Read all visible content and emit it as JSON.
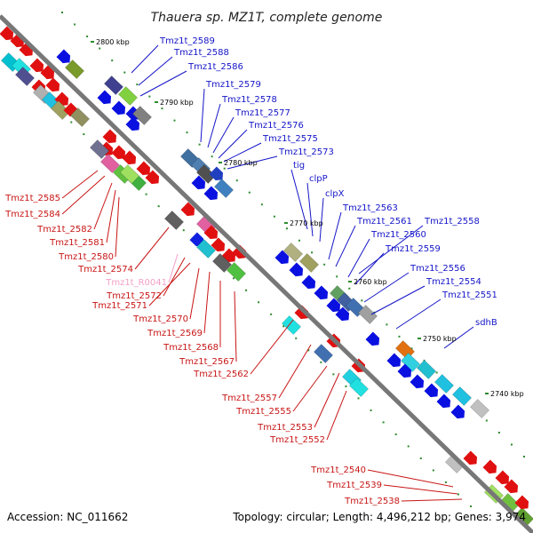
{
  "title": "Thauera sp. MZ1T, complete genome",
  "accession": "Accession: NC_011662",
  "summary": "Topology: circular; Length: 4,496,212 bp; Genes: 3,974",
  "colors": {
    "backbone": "#888888",
    "plus_label": "#1515c8",
    "minus_label": "#c81515",
    "rna_label": "#f0a0c8",
    "tick": "#2e8b2e"
  },
  "kbp_labels": [
    "2800 kbp",
    "2790 kbp",
    "2780 kbp",
    "2770 kbp",
    "2760 kbp",
    "2750 kbp",
    "2740 kbp"
  ],
  "plus_labels": [
    "Tmz1t_2589",
    "Tmz1t_2588",
    "Tmz1t_2586",
    "Tmz1t_2579",
    "Tmz1t_2578",
    "Tmz1t_2577",
    "Tmz1t_2576",
    "Tmz1t_2575",
    "Tmz1t_2573",
    "tig",
    "clpP",
    "clpX",
    "Tmz1t_2563",
    "Tmz1t_2561",
    "Tmz1t_2558",
    "Tmz1t_2560",
    "Tmz1t_2559",
    "Tmz1t_2556",
    "Tmz1t_2554",
    "Tmz1t_2551",
    "sdhB"
  ],
  "minus_labels": [
    "Tmz1t_2585",
    "Tmz1t_2584",
    "Tmz1t_2582",
    "Tmz1t_2581",
    "Tmz1t_2580",
    "Tmz1t_2574",
    "Tmz1t_R0041",
    "Tmz1t_2572",
    "Tmz1t_2571",
    "Tmz1t_2570",
    "Tmz1t_2569",
    "Tmz1t_2568",
    "Tmz1t_2567",
    "Tmz1t_2562",
    "Tmz1t_2557",
    "Tmz1t_2555",
    "Tmz1t_2553",
    "Tmz1t_2552",
    "Tmz1t_2540",
    "Tmz1t_2539",
    "Tmz1t_2538"
  ]
}
